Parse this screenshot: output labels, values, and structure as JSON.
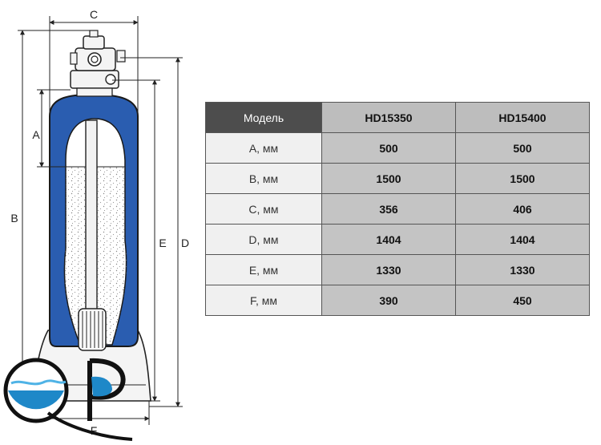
{
  "diagram": {
    "dimension_labels": [
      "A",
      "B",
      "C",
      "D",
      "E",
      "F"
    ],
    "logo_text": "QP"
  },
  "table": {
    "header": {
      "label": "Модель",
      "models": [
        "HD15350",
        "HD15400"
      ]
    },
    "rows": [
      {
        "label": "A, мм",
        "values": [
          "500",
          "500"
        ]
      },
      {
        "label": "B, мм",
        "values": [
          "1500",
          "1500"
        ]
      },
      {
        "label": "C, мм",
        "values": [
          "356",
          "406"
        ]
      },
      {
        "label": "D, мм",
        "values": [
          "1404",
          "1404"
        ]
      },
      {
        "label": "E, мм",
        "values": [
          "1330",
          "1330"
        ]
      },
      {
        "label": "F, мм",
        "values": [
          "390",
          "450"
        ]
      }
    ]
  }
}
